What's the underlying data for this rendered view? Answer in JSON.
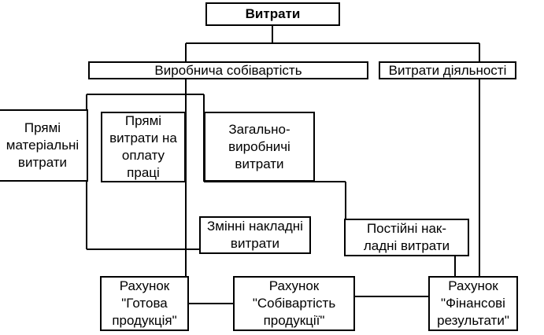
{
  "nodes": {
    "costs": "Витрати",
    "production_cost": "Виробнича собівартість",
    "activity_costs": "Витрати діяльності",
    "direct_materials": "Прямі\nматеріальні\nвитрати",
    "direct_labor": "Прямі\nвитрати на\nоплату\nпраці",
    "general_production": "Загально-\nвиробничі\nвитрати",
    "variable_overhead": "Змінні накладні\nвитрати",
    "fixed_overhead": "Постійні нак-\nладні витрати",
    "account_finished": "Рахунок\n\"Готова\nпродукція\"",
    "account_cost": "Рахунок\n\"Собівартість\nпродукції\"",
    "account_results": "Рахунок\n\"Фінансові\nрезультати\""
  }
}
